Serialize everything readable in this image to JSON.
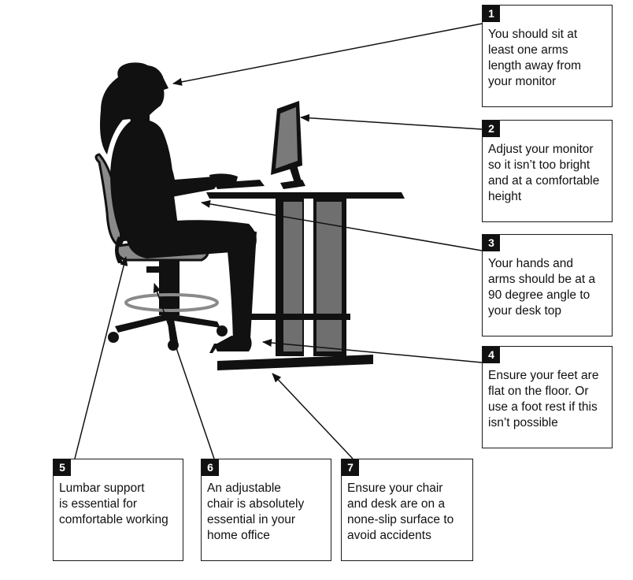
{
  "callouts": [
    {
      "number": "1",
      "lines": [
        "You should sit at",
        "least one arms",
        "length away from",
        "your monitor"
      ]
    },
    {
      "number": "2",
      "lines": [
        "Adjust your monitor",
        "so it isn’t too bright",
        "and at a comfortable",
        "height"
      ]
    },
    {
      "number": "3",
      "lines": [
        "Your hands and",
        "arms should be at a",
        "90 degree angle to",
        "your desk top"
      ]
    },
    {
      "number": "4",
      "lines": [
        "Ensure your feet are",
        "flat on the floor. Or",
        "use a foot rest if this",
        "isn’t possible"
      ]
    },
    {
      "number": "5",
      "lines": [
        "Lumbar support",
        "is essential for",
        "comfortable working"
      ]
    },
    {
      "number": "6",
      "lines": [
        "An adjustable",
        "chair is absolutely",
        "essential in your",
        "home office"
      ]
    },
    {
      "number": "7",
      "lines": [
        "Ensure your chair",
        "and desk are on a",
        "none-slip surface to",
        "avoid accidents"
      ]
    }
  ],
  "colors": {
    "silhouette": "#111111",
    "desk_leg_gray": "#6f6f6f",
    "chair_gray": "#8a8a8a",
    "box_border": "#1a1a1a"
  }
}
